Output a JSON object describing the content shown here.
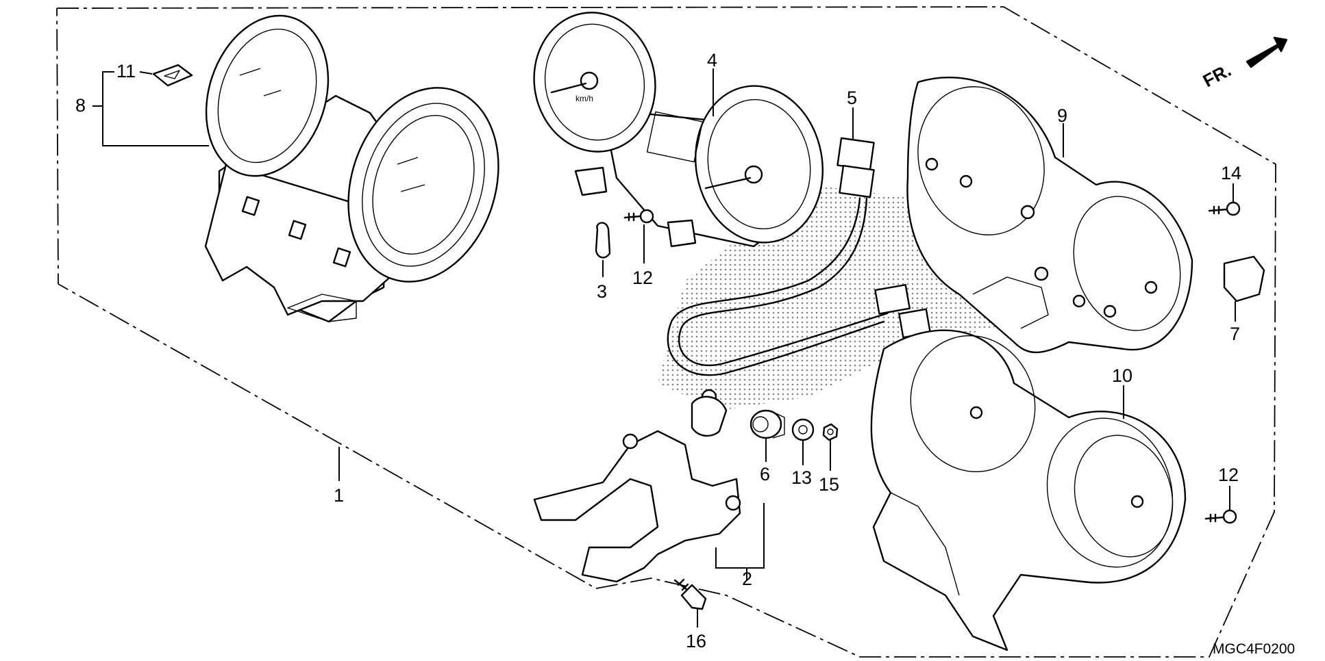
{
  "diagram": {
    "drawing_code": "MGC4F0200",
    "direction_label": "FR.",
    "callouts": {
      "c1": "1",
      "c2": "2",
      "c3": "3",
      "c4": "4",
      "c5": "5",
      "c6": "6",
      "c7": "7",
      "c8": "8",
      "c9": "9",
      "c10": "10",
      "c11": "11",
      "c12a": "12",
      "c12b": "12",
      "c13": "13",
      "c14": "14",
      "c15": "15",
      "c16": "16"
    }
  },
  "colors": {
    "line": "#000000",
    "background": "#ffffff"
  }
}
